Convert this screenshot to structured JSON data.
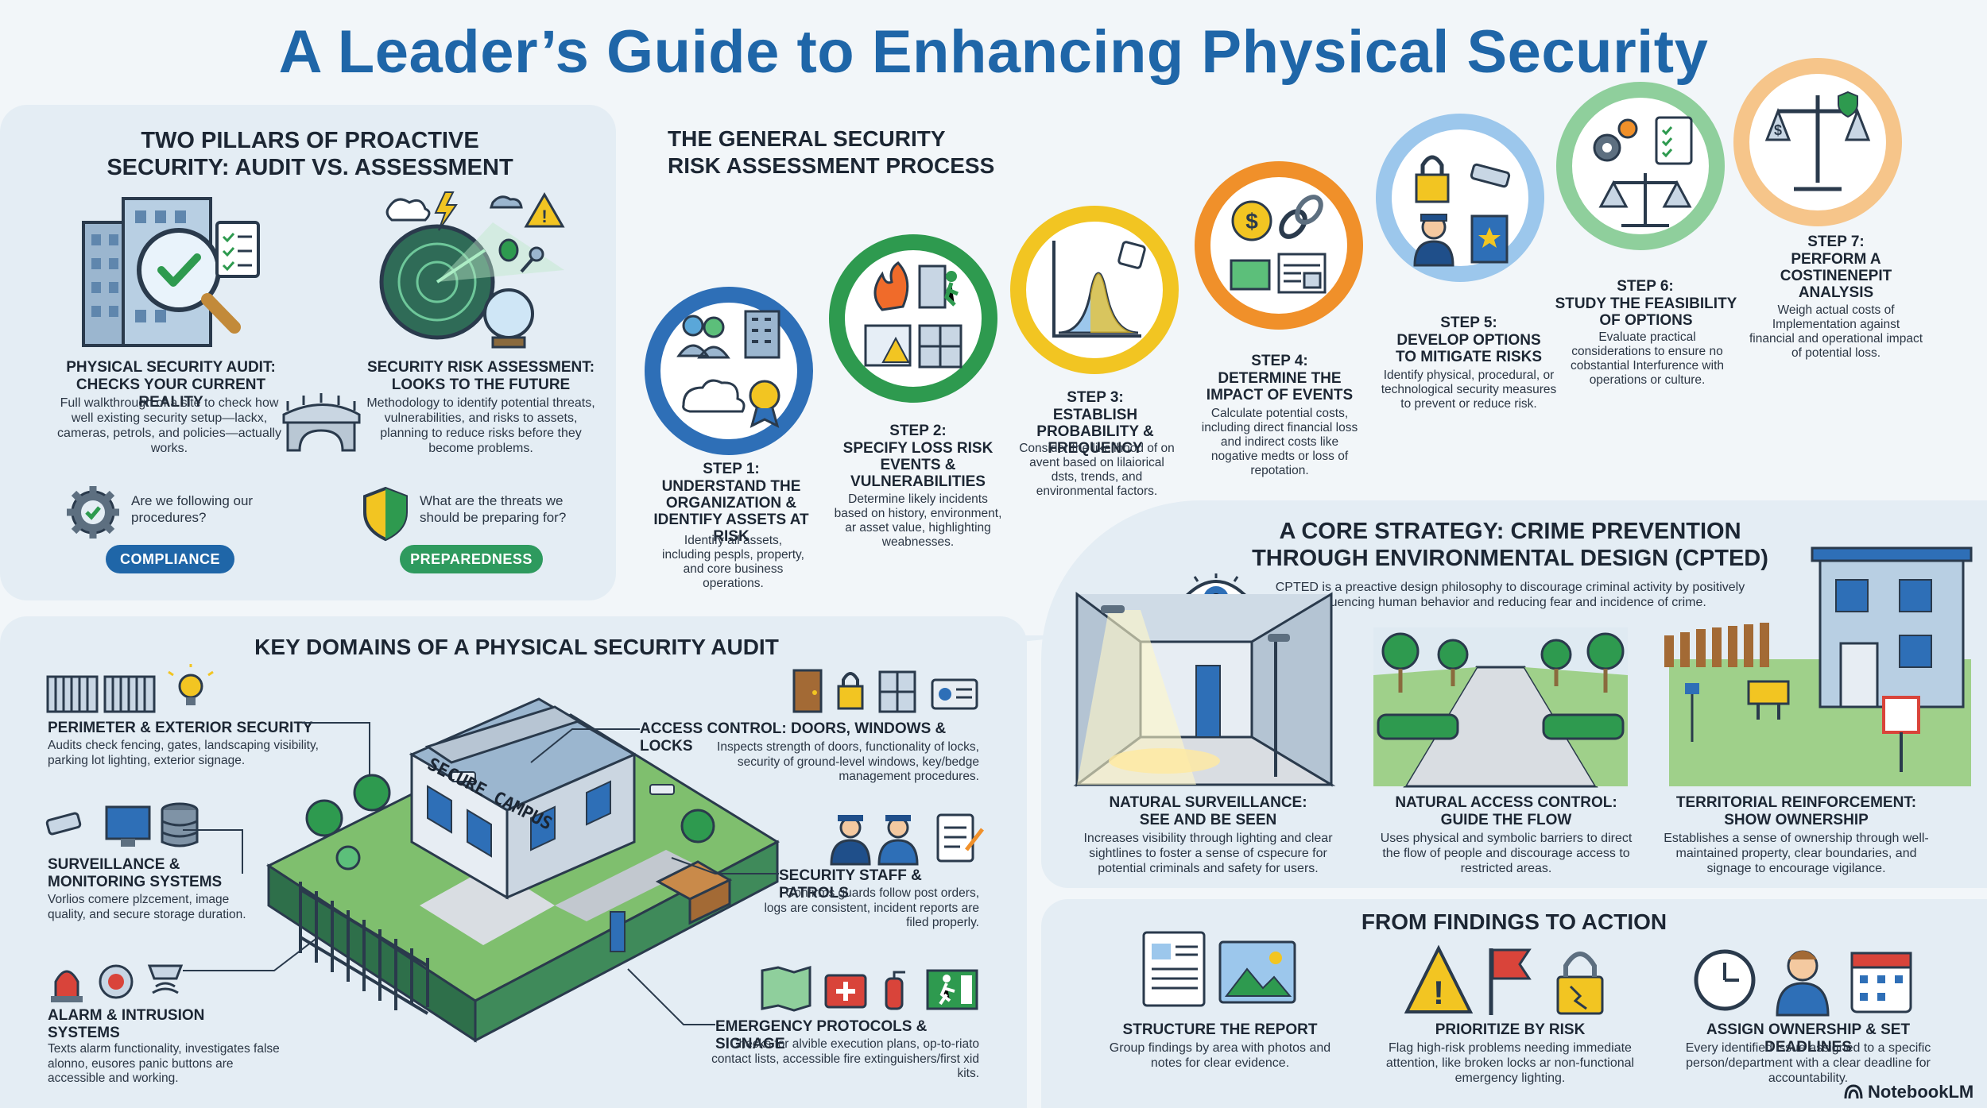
{
  "title": "A Leader’s Guide to Enhancing Physical Security",
  "pillars": {
    "title": "TWO PILLARS OF PROACTIVE SECURITY: AUDIT VS. ASSESSMENT",
    "audit": {
      "title": "PHYSICAL SECURITY AUDIT: CHECKS YOUR CURRENT REALITY",
      "text": "Full walkthrough of a site to check how well existing security setup—lackx, cameras, petrols, and policies—actually works.",
      "question": "Are we following our procedures?",
      "badge": "COMPLIANCE"
    },
    "assessment": {
      "title": "SECURITY RISK ASSESSMENT: LOOKS TO THE FUTURE",
      "text": "Methodology to identify potential threats, vulnerabilities, and risks to assets, planning to reduce risks before they become problems.",
      "question": "What are the threats we should be preparing for?",
      "badge": "PREPAREDNESS"
    }
  },
  "process": {
    "title": "THE GENERAL SECURITY RISK ASSESSMENT PROCESS",
    "steps": [
      {
        "label": "STEP 1:",
        "title": "UNDERSTAND THE ORGANIZATION & IDENTIFY ASSETS AT RISK",
        "text": "Identify all assets, including pespls, property, and core business operations.",
        "color": "#2e6fb7"
      },
      {
        "label": "STEP 2:",
        "title": "SPECIFY LOSS RISK EVENTS & VULNERABILITIES",
        "text": "Determine likely incidents based on history, environment, ar asset value, highlighting weabnesses.",
        "color": "#2e9a4f"
      },
      {
        "label": "STEP 3:",
        "title": "ESTABLISH PROBABILITY & FREQUENCY",
        "text": "Consider the likelihood of on avent based on lilaiorical dsts, trends, and environmental factors.",
        "color": "#f2c522"
      },
      {
        "label": "STEP 4:",
        "title": "DETERMINE THE IMPACT OF EVENTS",
        "text": "Calculate potential costs, including direct financial loss and indirect costs like nogative medts or loss of repotation.",
        "color": "#f0902a"
      },
      {
        "label": "STEP 5:",
        "title": "DEVELOP OPTIONS TO MITIGATE RISKS",
        "text": "Identify physical, procedural, or technological security measures to prevent or reduce risk.",
        "color": "#9cc7ec"
      },
      {
        "label": "STEP 6:",
        "title": "STUDY THE FEASIBILITY OF OPTIONS",
        "text": "Evaluate practical considerations to ensure no cobstantial Interfurence with operations or culture.",
        "color": "#8fcf9c"
      },
      {
        "label": "STEP 7:",
        "title": "PERFORM A COSTINENEPIT ANALYSIS",
        "text": "Weigh actual costs of Implementation against financial and operational impact of potential loss.",
        "color": "#f6c58a"
      }
    ]
  },
  "domains": {
    "title": "KEY DOMAINS OF A PHYSICAL SECURITY AUDIT",
    "campus_sign": "SECURE CAMPUS",
    "items": [
      {
        "title": "PERIMETER & EXTERIOR SECURITY",
        "text": "Audits check fencing, gates, landscaping visibility, parking lot lighting, exterior signage."
      },
      {
        "title": "SURVEILLANCE & MONITORING SYSTEMS",
        "text": "Vorlios comere plzcement, image quality, and secure storage duration."
      },
      {
        "title": "ALARM & INTRUSION SYSTEMS",
        "text": "Texts alarm functionality, investigates false alonno, eusores panic buttons are accessible and working."
      },
      {
        "title": "ACCESS CONTROL: DOORS, WINDOWS & LOCKS",
        "text": "Inspects strength of doors, functionality of locks, security of ground-level windows, key/bedge management procedures."
      },
      {
        "title": "SECURITY STAFF & PATROLS",
        "text": "Confirms guards follow post orders, logs are consistent, incident reports are filed properly."
      },
      {
        "title": "EMERGENCY PROTOCOLS & SIGNAGE",
        "text": "Checks for alvible execution plans, op-to-riato contact lists, accessible fire extinguishers/first xid kits."
      }
    ]
  },
  "cpted": {
    "title": "A CORE STRATEGY: CRIME PREVENTION THROUGH ENVIRONMENTAL DESIGN (CPTED)",
    "intro": "CPTED is a preactive design philosophy to discourage criminal activity by positively influencing human behavior and reducing fear and incidence of crime.",
    "items": [
      {
        "title": "NATURAL SURVEILLANCE: SEE AND BE SEEN",
        "text": "Increases visibility through lighting and clear sightlines to foster a sense of cspecure for potential criminals and safety for users."
      },
      {
        "title": "NATURAL ACCESS CONTROL: GUIDE THE FLOW",
        "text": "Uses physical and symbolic barriers to direct the flow of people and discourage access to restricted areas."
      },
      {
        "title": "TERRITORIAL REINFORCEMENT: SHOW OWNERSHIP",
        "text": "Establishes a sense of ownership through well-maintained property, clear boundaries, and signage to encourage vigilance."
      }
    ]
  },
  "findings": {
    "title": "FROM FINDINGS TO ACTION",
    "items": [
      {
        "title": "STRUCTURE THE REPORT",
        "text": "Group findings by area with photos and notes for clear evidence."
      },
      {
        "title": "PRIORITIZE BY RISK",
        "text": "Flag high-risk problems needing immediate attention, like broken locks ar non-functional emergency lighting."
      },
      {
        "title": "ASSIGN OWNERSHIP & SET DEADLINES",
        "text": "Every identified issue assigned to a specific person/department with a clear deadline for accountability."
      }
    ]
  },
  "brand": "NotebookLM",
  "colors": {
    "title": "#1f66a8",
    "compliance": "#1f66a8",
    "preparedness": "#2e9a5e"
  }
}
